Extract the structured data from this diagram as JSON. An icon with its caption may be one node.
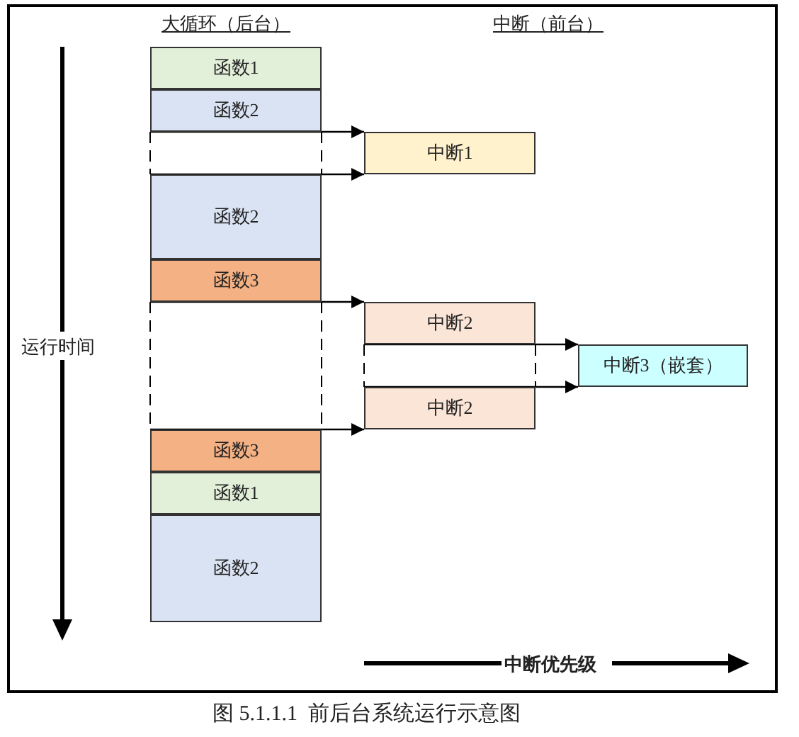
{
  "diagram": {
    "caption": "图 5.1.1.1  前后台系统运行示意图",
    "nodes": [
      {
        "text": [
          "函数1"
        ]
      },
      {
        "text": [
          "函数2"
        ]
      },
      {
        "text": [
          "函数2"
        ]
      },
      {
        "text": [
          "函数3"
        ]
      },
      {
        "text": [
          "函数3"
        ]
      },
      {
        "text": [
          "函数1"
        ]
      },
      {
        "text": [
          "函数2"
        ]
      },
      {
        "text": [
          "中断1"
        ]
      },
      {
        "text": [
          "中断2"
        ]
      },
      {
        "text": [
          "中断3（嵌套）"
        ]
      },
      {
        "text": [
          "中断2"
        ]
      }
    ],
    "edges": [
      {
        "from": 1,
        "to": 7,
        "arrow": "to"
      },
      {
        "from": 2,
        "to": 7,
        "arrow": "to"
      },
      {
        "from": 3,
        "to": 8,
        "arrow": "to"
      },
      {
        "from": 8,
        "to": 9,
        "arrow": "to"
      },
      {
        "from": 10,
        "to": 9,
        "arrow": "to"
      },
      {
        "from": 4,
        "to": 10,
        "arrow": "to"
      }
    ],
    "labels": [
      "大循环（后台）",
      "中断（前台）",
      "运行时间",
      "中断优先级"
    ]
  }
}
